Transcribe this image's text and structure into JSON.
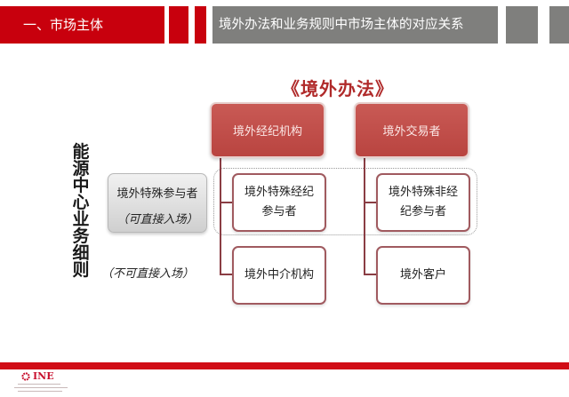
{
  "header": {
    "section_label": "一、市场主体",
    "slide_title": "境外办法和业务规则中市场主体的对应关系",
    "colors": {
      "red": "#c8000d",
      "gray": "#7f7f7d"
    }
  },
  "diagram": {
    "title": "《境外办法》",
    "left_column_label": "能源中心业务细则",
    "top_nodes": [
      {
        "label": "境外经纪机构"
      },
      {
        "label": "境外交易者"
      }
    ],
    "special_participant": {
      "label": "境外特殊参与者",
      "note": "（可直接入场）"
    },
    "non_direct_note": "（不可直接入场）",
    "children": {
      "broker_special": {
        "line1": "境外特殊经纪",
        "line2": "参与者"
      },
      "broker_intermediary": {
        "label": "境外中介机构"
      },
      "trader_special": {
        "line1": "境外特殊非经",
        "line2": "纪参与者"
      },
      "trader_client": {
        "label": "境外客户"
      }
    },
    "colors": {
      "top_box": "#c0504d",
      "connector": "#8a3d44",
      "footer": "#d10d16"
    }
  },
  "footer": {
    "logo_text": "INE"
  }
}
